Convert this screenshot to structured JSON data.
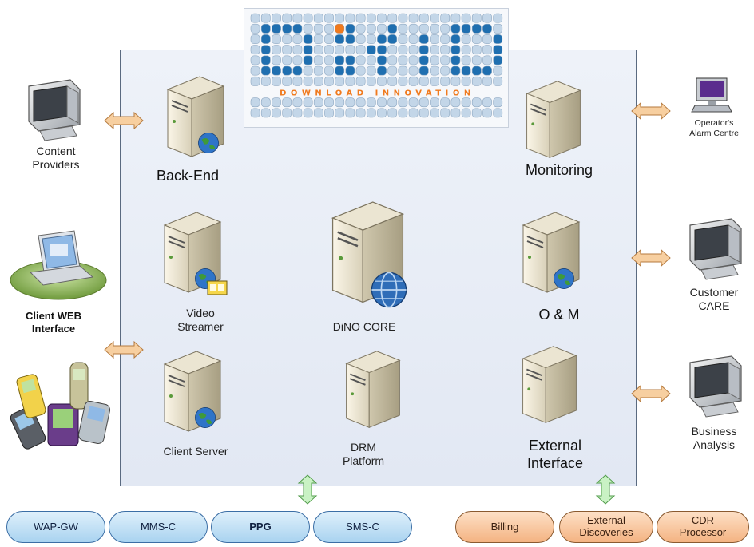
{
  "logo": {
    "tagline": "DOWNLOAD INNOVATION",
    "dot_colors": {
      "blue": "#1f6fb0",
      "orange": "#f07a1e",
      "pale": "#c3d6e8"
    }
  },
  "left_labels": {
    "content_providers": "Content\nProviders",
    "client_web_interface": "Client WEB\nInterface"
  },
  "right_labels": {
    "alarm_centre": "Operator's\nAlarm Centre",
    "customer_care": "Customer\nCARE",
    "business_analysis": "Business\nAnalysis"
  },
  "servers": {
    "back_end": "Back-End",
    "monitoring": "Monitoring",
    "video_streamer": "Video\nStreamer",
    "dino_core": "DiNO CORE",
    "om": "O & M",
    "client_server": "Client Server",
    "drm_platform": "DRM\nPlatform",
    "external_interface": "External\nInterface"
  },
  "bottom_left_pills": [
    "WAP-GW",
    "MMS-C",
    "PPG",
    "SMS-C"
  ],
  "bottom_right_pills": [
    "Billing",
    "External\nDiscoveries",
    "CDR\nProcessor"
  ],
  "colors": {
    "panel_fill": "#e6ebf4",
    "arrow_orange": "#f7cfa0",
    "arrow_green": "#c9f2c4",
    "pill_blue": "#b9ddf3",
    "pill_orange": "#f7c39a"
  }
}
